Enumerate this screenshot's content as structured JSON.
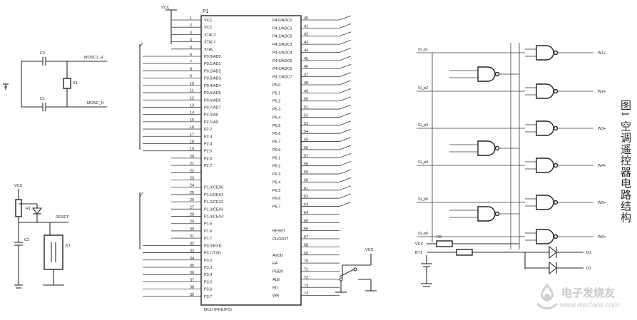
{
  "figure": {
    "caption": "图1 空调遥控器电路结构",
    "watermark_text": "电子发烧友",
    "watermark_url": "www.elecfans.com"
  },
  "labels": {
    "vcc_top": "VCC",
    "mcu_ref": "P1",
    "mcu_part": "MCU (PHILIPS)",
    "crystal_top": "MOSC1_H",
    "crystal_bot": "MOSC_H",
    "c2": "C2",
    "c1": "C1",
    "x1": "X1",
    "vcc_reset": "VCC",
    "reset_r": "R1",
    "reset_c": "C3",
    "reset_net": "RESET",
    "relay": "K1",
    "vcc_switch": "VCC",
    "gate_in_1": "Si_p1",
    "gate_in_2": "Si_p2",
    "gate_in_3": "Si_p3",
    "gate_in_4": "Si_p4",
    "gate_in_5": "Si_p5",
    "gate_in_6": "Si_p6",
    "gate_out_1": "W1+",
    "gate_out_2": "W2+",
    "gate_out_3": "W3+",
    "gate_out_4": "W4+",
    "gate_out_5": "W5+",
    "gate_out_6": "W6+",
    "vcc_gate": "VCC",
    "r_gate": "R2",
    "bat": "BT1",
    "led_1": "D1",
    "led_2": "D2"
  },
  "mcu_left_pins": [
    "VCC",
    "VCC",
    "XTAL2",
    "XTAL1",
    "XTAL",
    "P0.0/AD0",
    "P0.1/AD1",
    "P0.2/AD2",
    "P0.3/AD3",
    "P0.4/AD4",
    "P0.5/AD5",
    "P0.6/AD6",
    "P0.7/AD7",
    "P2.0/A8",
    "P2.1/A9",
    "P2.2",
    "P2.3",
    "P2.4",
    "P2.5",
    "P2.6",
    "P2.7",
    "",
    "",
    "P1.0/CEX0",
    "P1.1/CEX1",
    "P1.2/CEX2",
    "P1.3/CEX3",
    "P1.4/CEX4",
    "P1.5",
    "P1.6",
    "P1.7",
    "P3.0/RXD",
    "P3.1/TXD",
    "P3.2",
    "P3.3",
    "P3.4",
    "P3.5",
    "P3.6",
    "P3.7"
  ],
  "mcu_right_pins": [
    "P4.0/ADC0",
    "P4.1/ADC1",
    "P4.2/ADC2",
    "P4.3/ADC3",
    "P4.4/ADC4",
    "P4.5/ADC5",
    "P4.6/ADC6",
    "P4.7/ADC7",
    "P5.0",
    "P5.1",
    "P5.2",
    "P5.3",
    "P5.4",
    "P5.5",
    "P5.6",
    "P5.7",
    "P6.0",
    "P6.1",
    "P6.2",
    "P6.3",
    "P6.4",
    "P6.5",
    "P6.6",
    "P6.7",
    "",
    "",
    "RESET",
    "CLKOUT",
    "",
    "AVDD",
    "EA",
    "PSEN",
    "ALE",
    "RD",
    "WR"
  ]
}
